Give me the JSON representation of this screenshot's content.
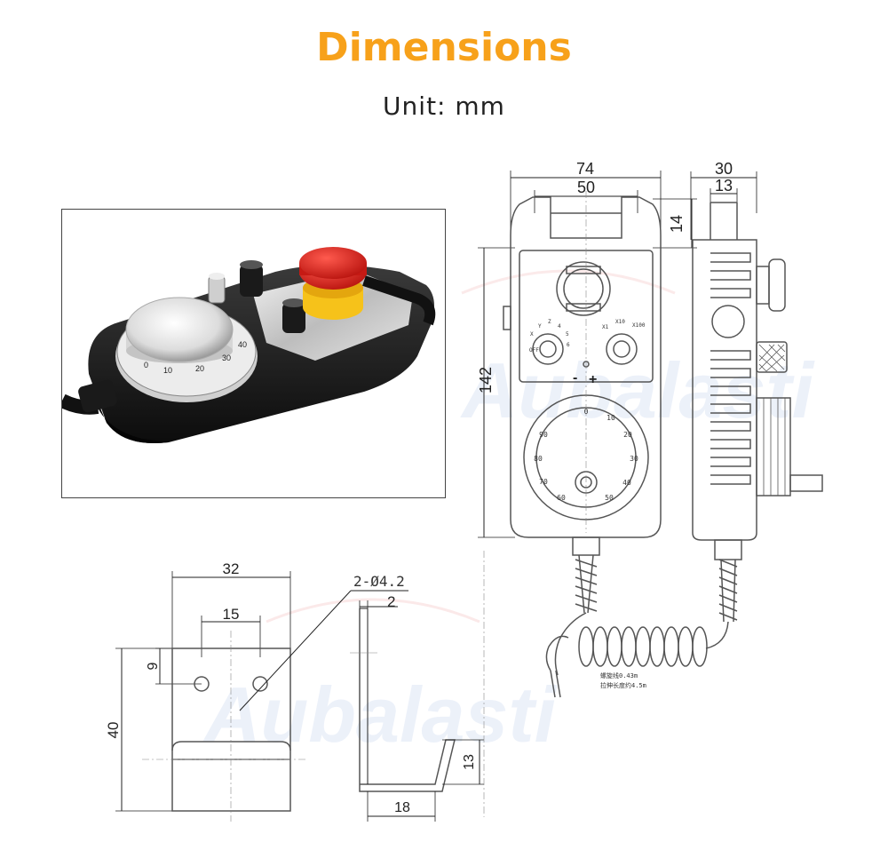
{
  "header": {
    "title": "Dimensions",
    "subtitle": "Unit: mm"
  },
  "colors": {
    "title": "#f7a11a",
    "line": "#222222",
    "outline": "#555555",
    "estop_red": "#e0251f",
    "estop_yellow": "#f6c21a"
  },
  "watermark": "Aubalasti",
  "photo": {
    "dial_numbers": [
      "0",
      "10",
      "20",
      "30",
      "40"
    ]
  },
  "front_view": {
    "width_total": "74",
    "width_inner": "50",
    "height": "142",
    "top_gap": "14",
    "selector_labels": [
      "OFF",
      "X",
      "Y",
      "Z",
      "4",
      "5",
      "6"
    ],
    "multiplier_labels": [
      "X1",
      "X10",
      "X100"
    ],
    "minus_plus": [
      "-",
      "+"
    ],
    "wheel_numbers": [
      "0",
      "10",
      "20",
      "30",
      "40",
      "50",
      "60",
      "70",
      "80",
      "90"
    ],
    "cable_notes": [
      "螺旋线0.43m",
      "拉伸长度约4.5m"
    ]
  },
  "side_view": {
    "width_total": "30",
    "width_inner": "13"
  },
  "bracket_front": {
    "width": "32",
    "hole_spacing": "15",
    "hole_offset": "9",
    "height": "40",
    "holes": "2-Ø4.2"
  },
  "bracket_side": {
    "thickness": "2",
    "lip_height": "13",
    "depth": "18"
  }
}
